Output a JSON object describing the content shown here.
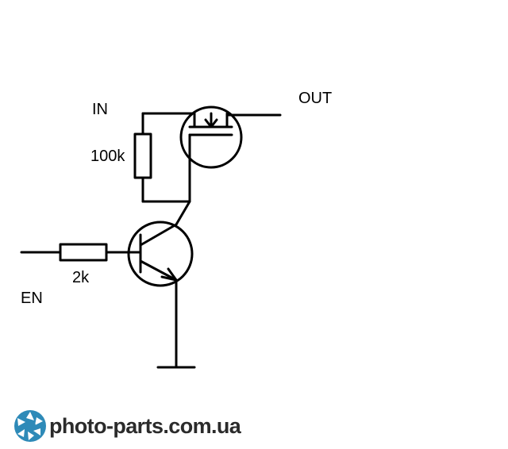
{
  "labels": {
    "in": "IN",
    "out": "OUT",
    "pullup_resistor": "100k",
    "base_resistor": "2k",
    "enable": "EN"
  },
  "components": {
    "pmos": {
      "type": "p-channel MOSFET"
    },
    "npn": {
      "type": "NPN transistor"
    },
    "r1": {
      "type": "resistor",
      "value": "100k"
    },
    "r2": {
      "type": "resistor",
      "value": "2k"
    },
    "ground": {
      "type": "ground"
    }
  },
  "watermark": {
    "text": "photo-parts.com.ua",
    "icon": "camera-aperture-icon",
    "icon_color": "#2e8ab8"
  },
  "colors": {
    "ink": "#000000",
    "background": "#ffffff"
  }
}
